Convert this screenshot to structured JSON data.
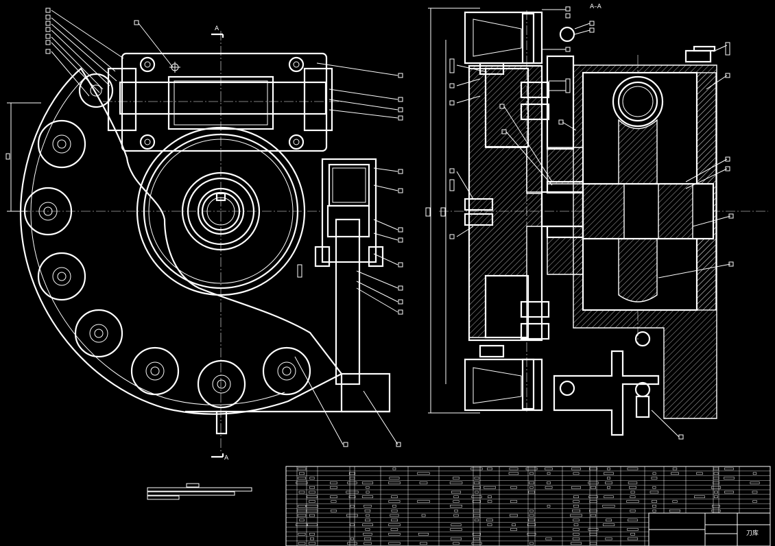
{
  "drawing": {
    "section_marker_top": "A",
    "section_marker_bottom": "A",
    "section_view_title": "A–A",
    "title_block_name": "刀库"
  },
  "colors": {
    "background": "#000000",
    "line": "#ffffff"
  }
}
